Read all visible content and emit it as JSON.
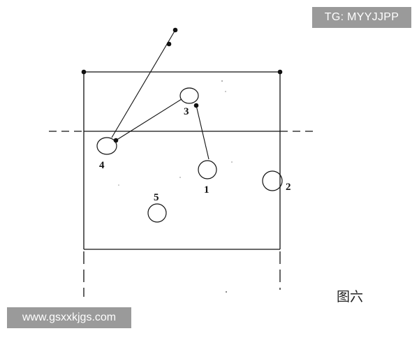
{
  "watermarks": {
    "top_right": "TG: MYYJJPP",
    "bottom_left": "www.gsxxkjgs.com"
  },
  "caption": "图六",
  "players": [
    {
      "id": "player-1",
      "label": "1"
    },
    {
      "id": "player-2",
      "label": "2"
    },
    {
      "id": "player-3",
      "label": "3"
    },
    {
      "id": "player-4",
      "label": "4"
    },
    {
      "id": "player-5",
      "label": "5"
    }
  ],
  "colors": {
    "line": "#111111",
    "watermark_bg": "#9a9a9a",
    "watermark_text": "#ffffff",
    "background": "#ffffff"
  }
}
